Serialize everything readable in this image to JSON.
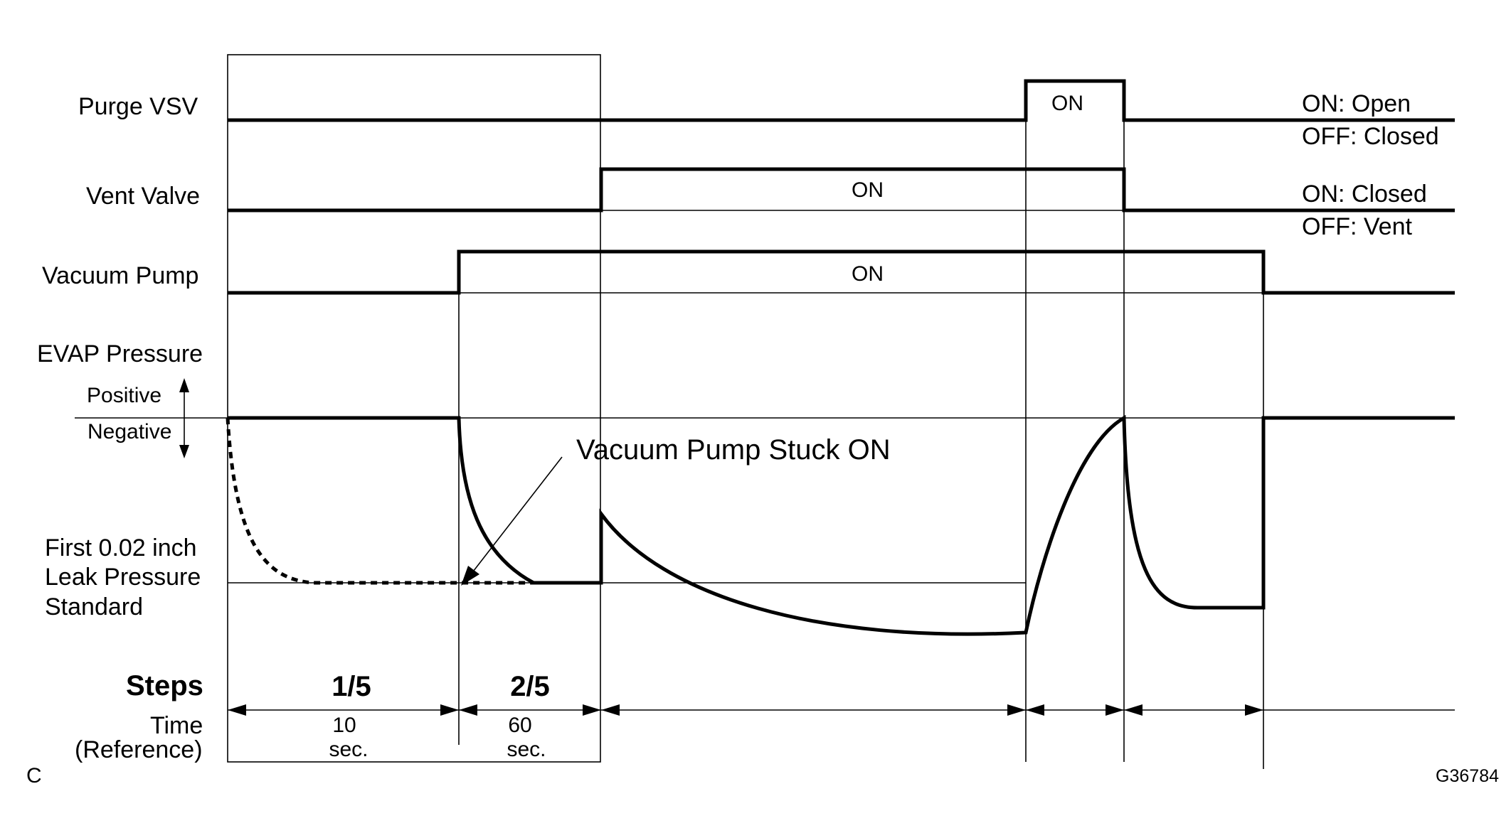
{
  "signals": [
    {
      "label": "Purge VSV",
      "on_label": "ON",
      "legend_on": "ON: Open",
      "legend_off": "OFF: Closed"
    },
    {
      "label": "Vent Valve",
      "on_label": "ON",
      "legend_on": "ON: Closed",
      "legend_off": "OFF: Vent"
    },
    {
      "label": "Vacuum Pump",
      "on_label": "ON"
    }
  ],
  "pressure": {
    "label": "EVAP Pressure",
    "positive": "Positive",
    "negative": "Negative",
    "standard_line1": "First 0.02 inch",
    "standard_line2": "Leak Pressure",
    "standard_line3": "Standard",
    "callout": "Vacuum Pump Stuck ON"
  },
  "steps": {
    "label": "Steps",
    "time_line1": "Time",
    "time_line2": "(Reference)",
    "items": [
      {
        "step": "1/5",
        "time": "10",
        "unit": "sec."
      },
      {
        "step": "2/5",
        "time": "60",
        "unit": "sec."
      }
    ]
  },
  "corner_left": "C",
  "figure_id": "G36784"
}
